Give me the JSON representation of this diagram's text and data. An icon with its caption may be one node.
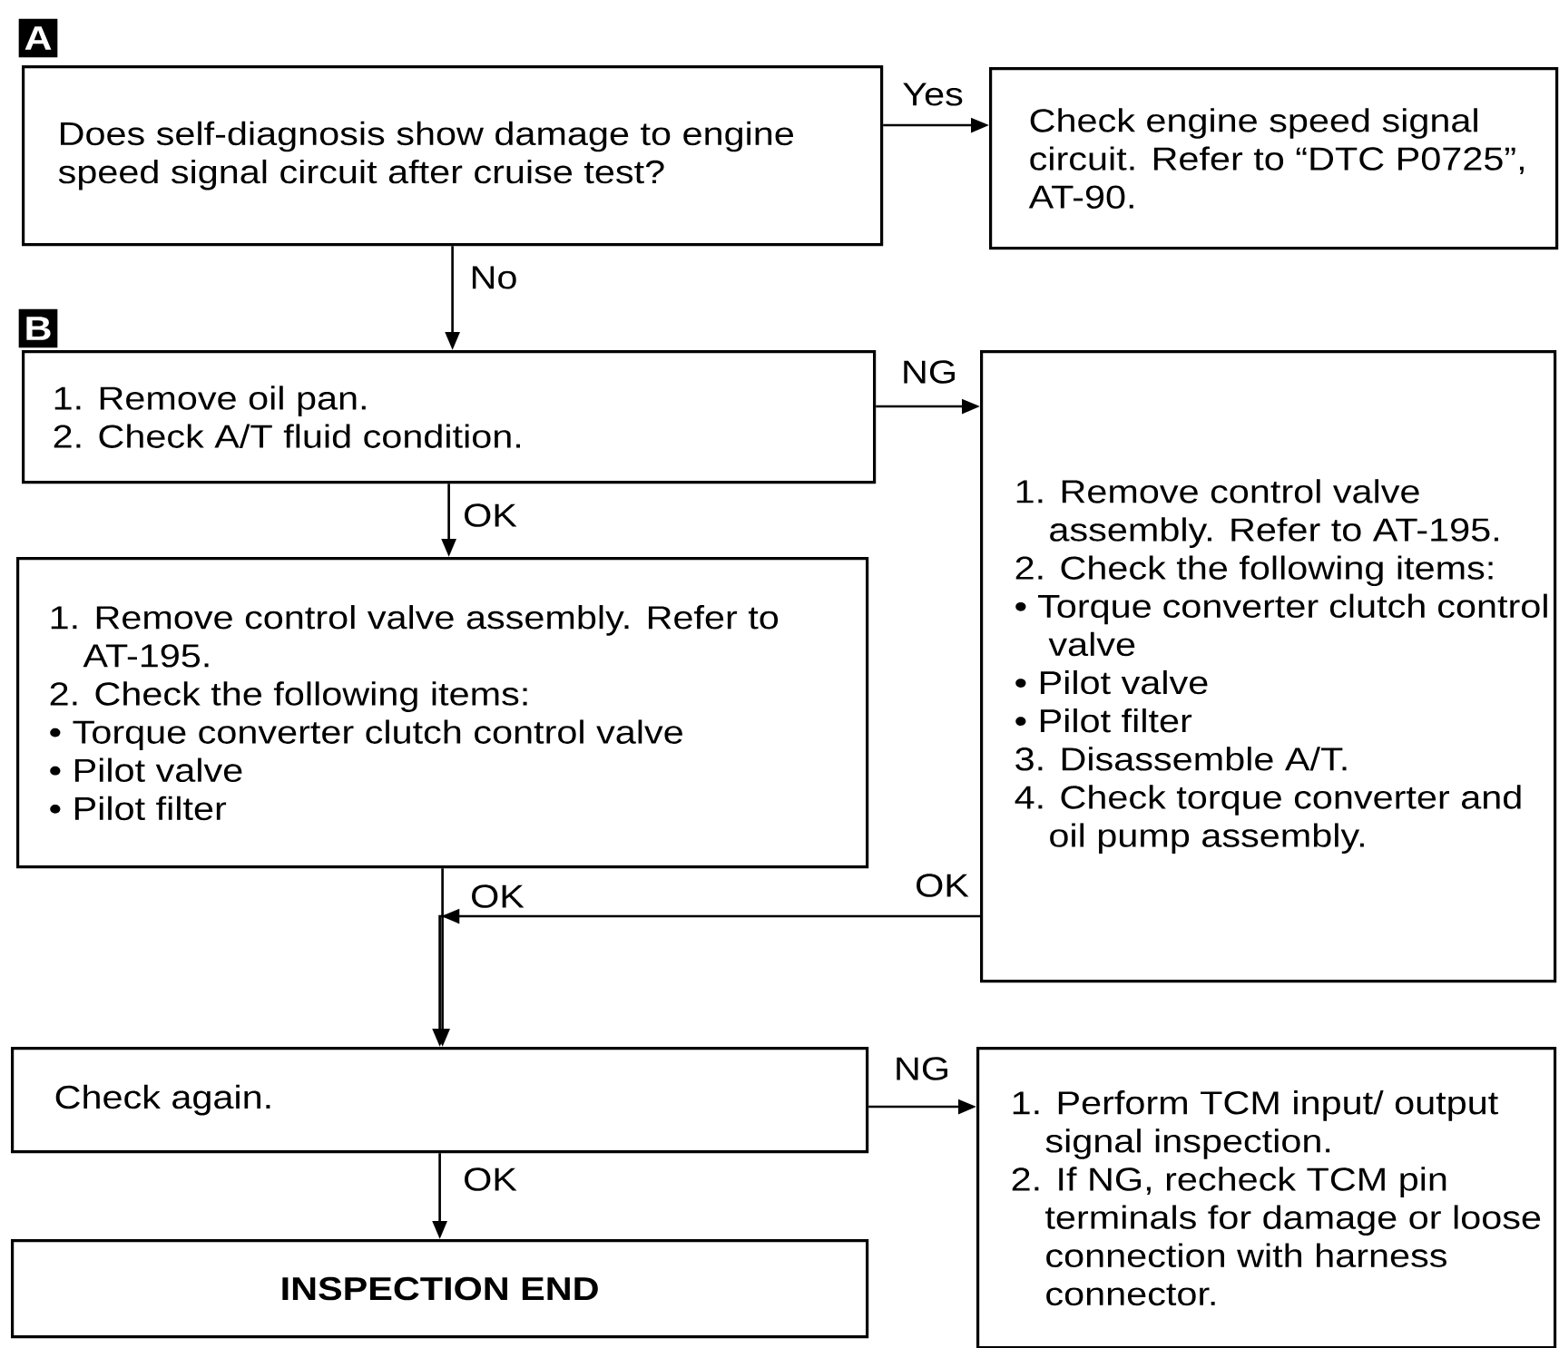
{
  "diagram": {
    "nodes": [
      {
        "text": [
          "Does self-diagnosis show damage to engine speed signal circuit after cruise test?"
        ]
      },
      {
        "text": [
          "Check engine speed signal circuit. Refer to “DTC P0725”, AT-90."
        ]
      },
      {
        "text": [
          "1. Remove oil pan.",
          "2. Check A/T fluid condition."
        ]
      },
      {
        "text": [
          "1. Remove control valve assembly. Refer to AT-195.",
          "2. Check the following items:",
          "• Torque converter clutch control valve",
          "• Pilot valve",
          "• Pilot filter",
          "3. Disassemble A/T.",
          "4. Check torque converter and oil pump assembly."
        ]
      },
      {
        "text": [
          "1. Remove control valve assembly. Refer to AT-195.",
          "2. Check the following items:",
          "• Torque converter clutch control valve",
          "• Pilot valve",
          "• Pilot filter"
        ]
      },
      {
        "text": [
          "Check again."
        ]
      },
      {
        "text": [
          "1. Perform TCM input/ output signal inspection.",
          "2. If NG, recheck TCM pin terminals for damage or loose connection with harness connector."
        ]
      },
      {
        "text": [
          "INSPECTION END"
        ]
      }
    ],
    "edges": [
      {
        "from": 0,
        "to": 1,
        "arrow": "to",
        "label": "Yes"
      },
      {
        "from": 0,
        "to": 2,
        "arrow": "to",
        "label": "No"
      },
      {
        "from": 2,
        "to": 3,
        "arrow": "to",
        "label": "NG"
      },
      {
        "from": 2,
        "to": 4,
        "arrow": "to",
        "label": "OK"
      },
      {
        "from": 4,
        "to": 5,
        "arrow": "to",
        "label": "OK"
      },
      {
        "from": 3,
        "to": 5,
        "arrow": "to",
        "label": "OK"
      },
      {
        "from": 5,
        "to": 6,
        "arrow": "to",
        "label": "NG"
      },
      {
        "from": 5,
        "to": 7,
        "arrow": "to",
        "label": "OK"
      }
    ],
    "labels": [
      "A",
      "B"
    ]
  }
}
